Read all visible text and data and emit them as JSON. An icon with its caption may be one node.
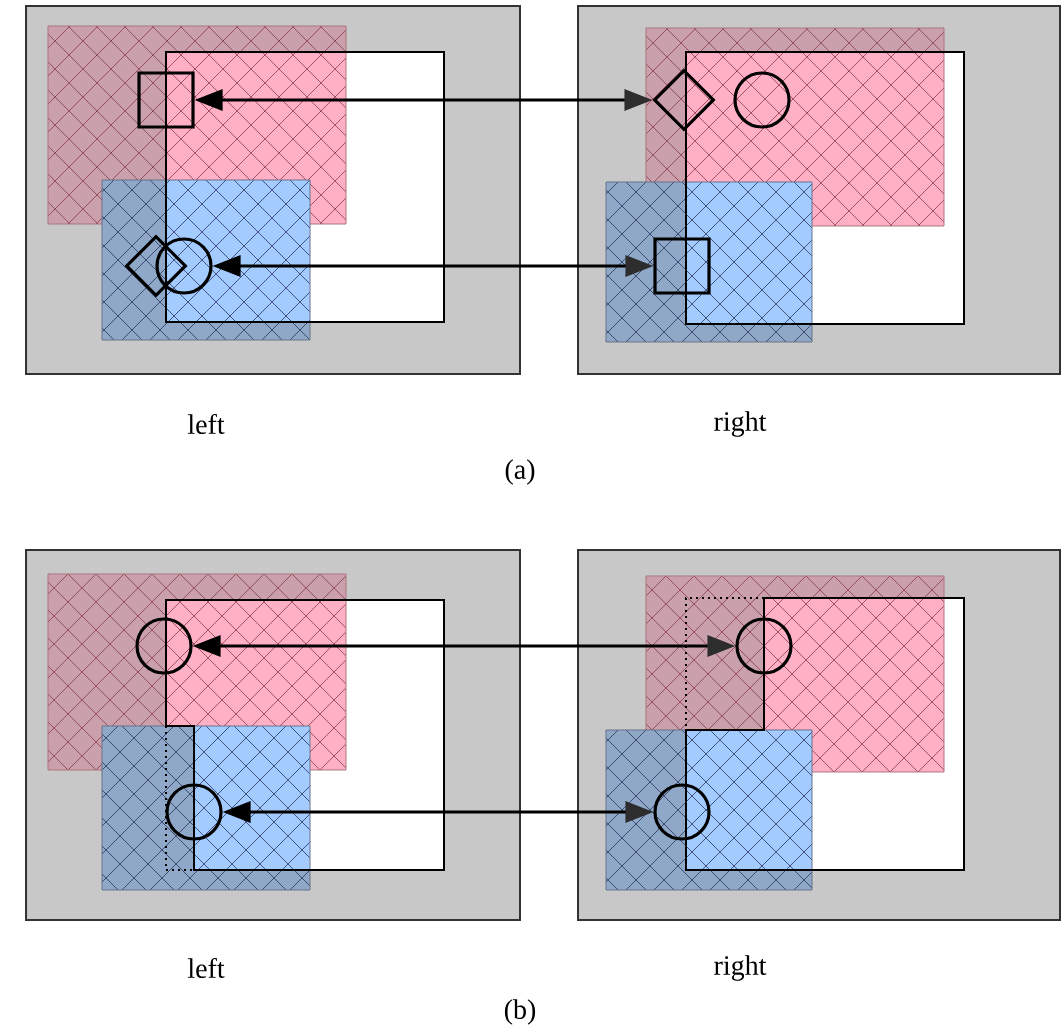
{
  "diagram": {
    "nodes": [
      {
        "text": [],
        "shape": "box"
      },
      {
        "text": [],
        "shape": "diamond"
      },
      {
        "text": [],
        "shape": "circle"
      },
      {
        "text": [],
        "shape": "diamond"
      },
      {
        "text": [],
        "shape": "circle"
      },
      {
        "text": [],
        "shape": "box"
      },
      {
        "text": [],
        "shape": "circle"
      },
      {
        "text": [],
        "shape": "circle"
      },
      {
        "text": [],
        "shape": "circle"
      },
      {
        "text": [],
        "shape": "circle"
      }
    ],
    "edges": [
      {
        "from": 0,
        "to": 1,
        "arrow": "both"
      },
      {
        "from": 4,
        "to": 5,
        "arrow": "both"
      },
      {
        "from": 6,
        "to": 7,
        "arrow": "both"
      },
      {
        "from": 8,
        "to": 9,
        "arrow": "both"
      }
    ],
    "labels": [
      "left",
      "right",
      "(a)",
      "left",
      "right",
      "(b)"
    ]
  }
}
